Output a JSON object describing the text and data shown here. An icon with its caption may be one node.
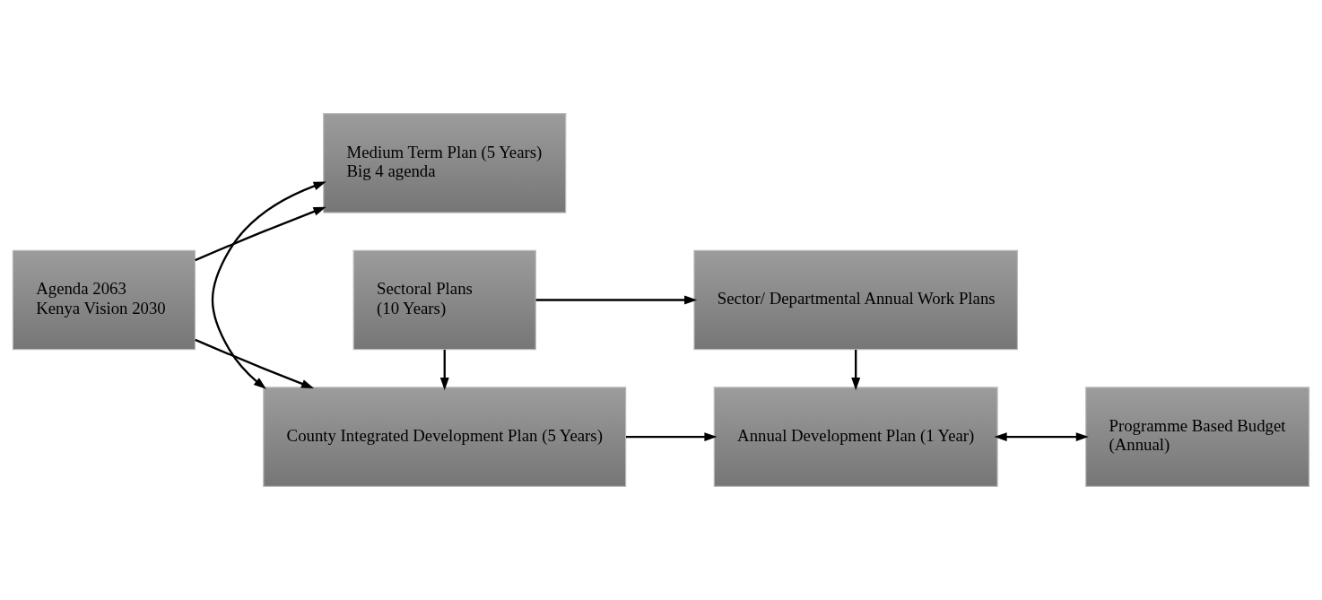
{
  "diagram": {
    "nodes": [
      {
        "text": [
          "Agenda 2063",
          "Kenya Vision 2030"
        ]
      },
      {
        "text": [
          "Medium Term Plan (5 Years)",
          "Big 4 agenda"
        ]
      },
      {
        "text": [
          "County Integrated Development Plan (5 Years)"
        ]
      },
      {
        "text": [
          "Annual Development Plan (1 Year)"
        ]
      },
      {
        "text": [
          "Programme Based Budget",
          "(Annual)"
        ]
      },
      {
        "text": [
          "Sectoral Plans",
          "(10 Years)"
        ]
      },
      {
        "text": [
          "Sector/ Departmental Annual Work Plans"
        ]
      }
    ],
    "edges": [
      {
        "from": 0,
        "to": 1,
        "arrow": "to"
      },
      {
        "from": 0,
        "to": 2,
        "arrow": "to"
      },
      {
        "from": 1,
        "to": 2,
        "arrow": "both"
      },
      {
        "from": 2,
        "to": 3,
        "arrow": "to"
      },
      {
        "from": 3,
        "to": 4,
        "arrow": "both"
      },
      {
        "from": 5,
        "to": 2,
        "arrow": "to"
      },
      {
        "from": 5,
        "to": 6,
        "arrow": "to"
      },
      {
        "from": 6,
        "to": 3,
        "arrow": "to"
      }
    ]
  }
}
